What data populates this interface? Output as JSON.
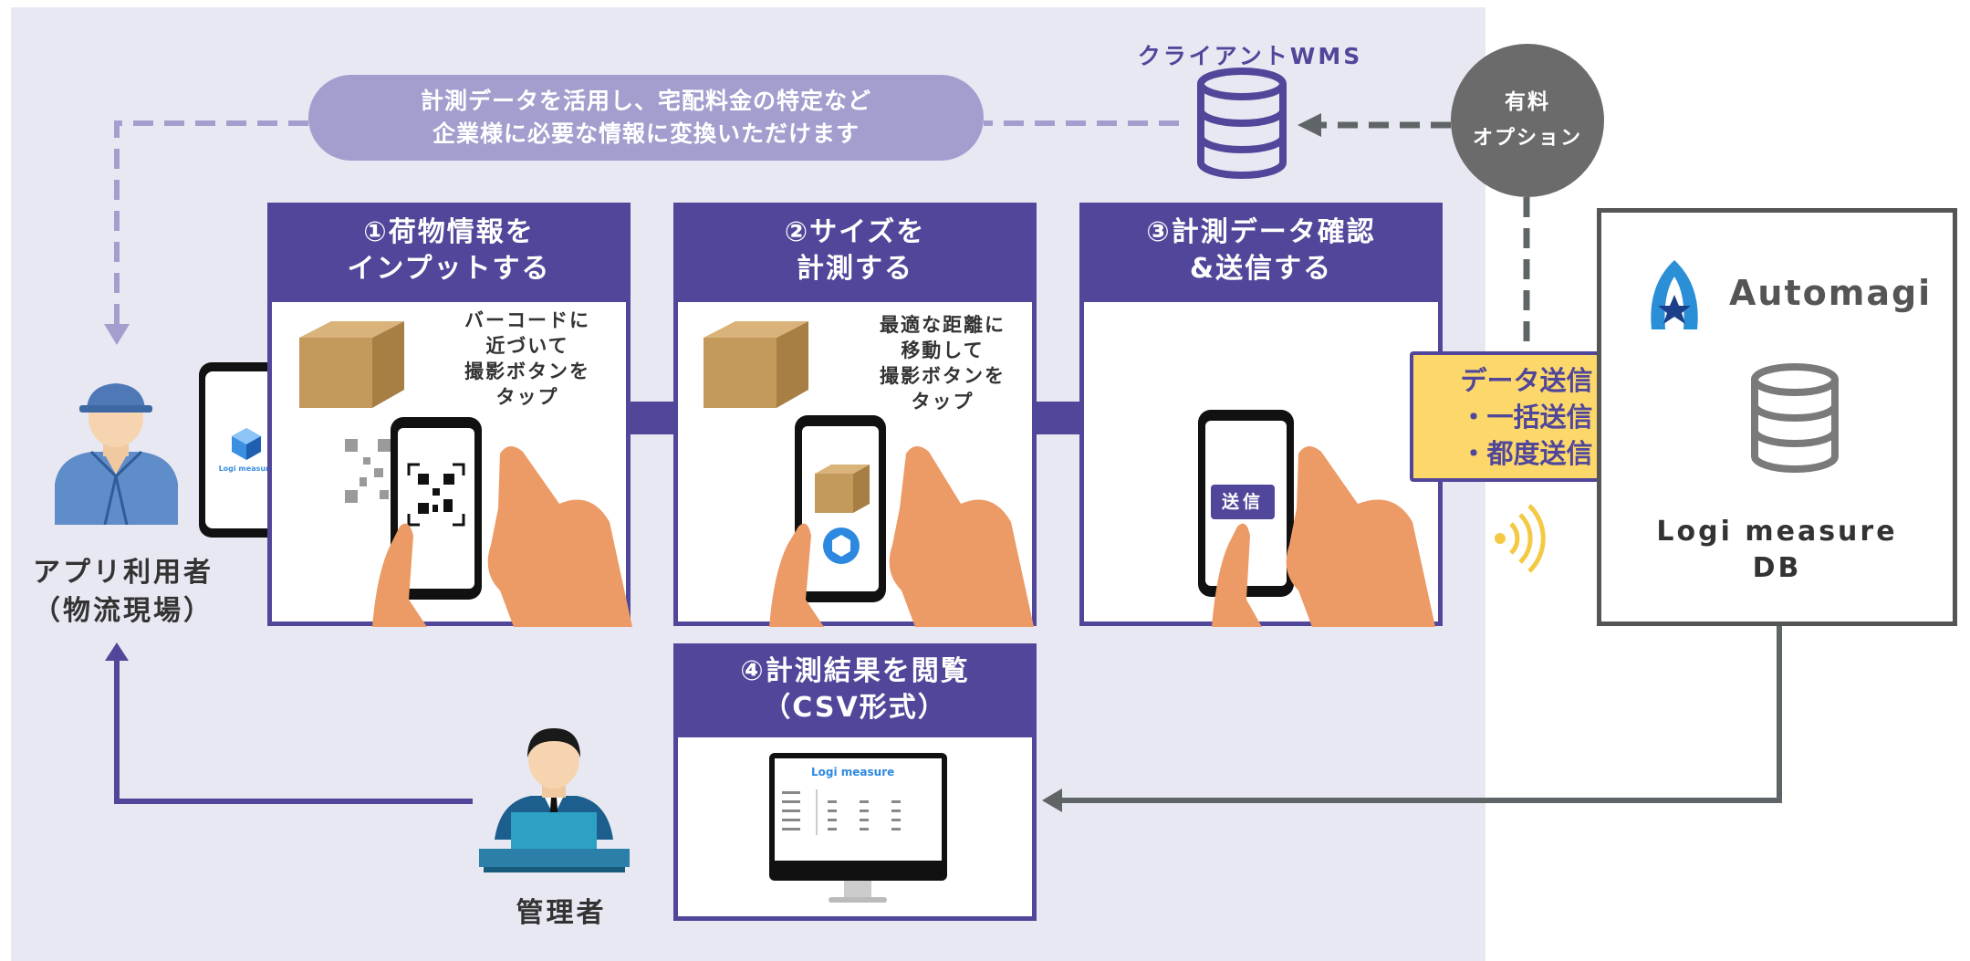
{
  "wms": {
    "label": "クライアントWMS"
  },
  "banner": {
    "line1": "計測データを活用し、宅配料金の特定など",
    "line2": "企業様に必要な情報に変換いただけます"
  },
  "option": {
    "line1": "有料",
    "line2": "オプション"
  },
  "app_user": {
    "line1": "アプリ利用者",
    "line2": "（物流現場）",
    "app_name": "Logi measure"
  },
  "steps": [
    {
      "head1": "①荷物情報を",
      "head2": "インプットする",
      "cap": [
        "バーコードに",
        "近づいて",
        "撮影ボタンを",
        "タップ"
      ]
    },
    {
      "head1": "②サイズを",
      "head2": "計測する",
      "cap": [
        "最適な距離に",
        "移動して",
        "撮影ボタンを",
        "タップ"
      ]
    },
    {
      "head1": "③計測データ確認",
      "head2": "&送信する",
      "button": "送信"
    },
    {
      "head1": "④計測結果を閲覧",
      "head2": "（CSV形式）",
      "monitor_title": "Logi measure"
    }
  ],
  "send": {
    "line1": "データ送信",
    "line2": "・一括送信",
    "line3": "・都度送信"
  },
  "db": {
    "brand": "Automagi",
    "line1": "Logi measure",
    "line2": "DB"
  },
  "admin": {
    "label": "管理者"
  },
  "colors": {
    "purple": "#51479a",
    "lavender": "#a29fcf",
    "panel": "#e8e8f3",
    "yellow": "#fcd86a",
    "gray": "#5f6567"
  }
}
